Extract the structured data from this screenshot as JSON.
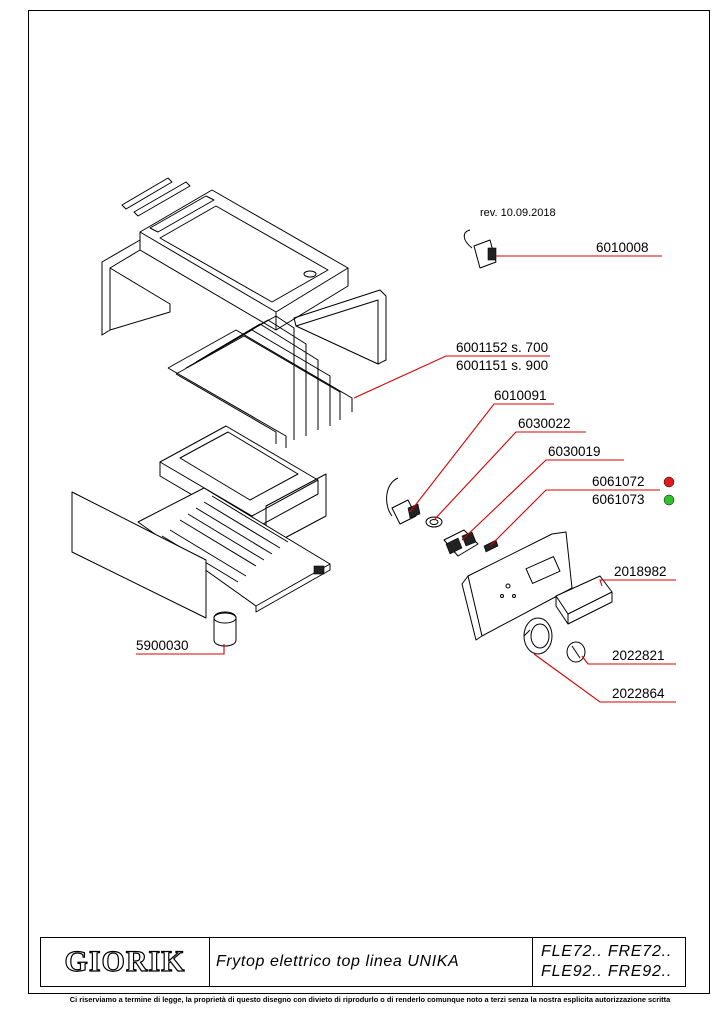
{
  "revision": "rev. 10.09.2018",
  "parts": {
    "p6010008": "6010008",
    "p6001152": "6001152  s. 700",
    "p6001151": "6001151  s. 900",
    "p6010091": "6010091",
    "p6030022": "6030022",
    "p6030019": "6030019",
    "p6061072": "6061072",
    "p6061073": "6061073",
    "p2018982": "2018982",
    "p5900030": "5900030",
    "p2022821": "2022821",
    "p2022864": "2022864"
  },
  "indicator_colors": {
    "red": "#e11b1b",
    "green": "#2fc22f"
  },
  "title_block": {
    "logo": "GIORIK",
    "description": "Frytop elettrico top linea UNIKA",
    "models": [
      "FLE72.. FRE72..",
      "FLE92.. FRE92.."
    ]
  },
  "disclaimer": "Ci riserviamo a termine di legge, la proprietà di questo disegno con divieto di riprodurlo o di renderlo comunque noto a terzi senza la nostra esplicita autorizzazione scritta"
}
